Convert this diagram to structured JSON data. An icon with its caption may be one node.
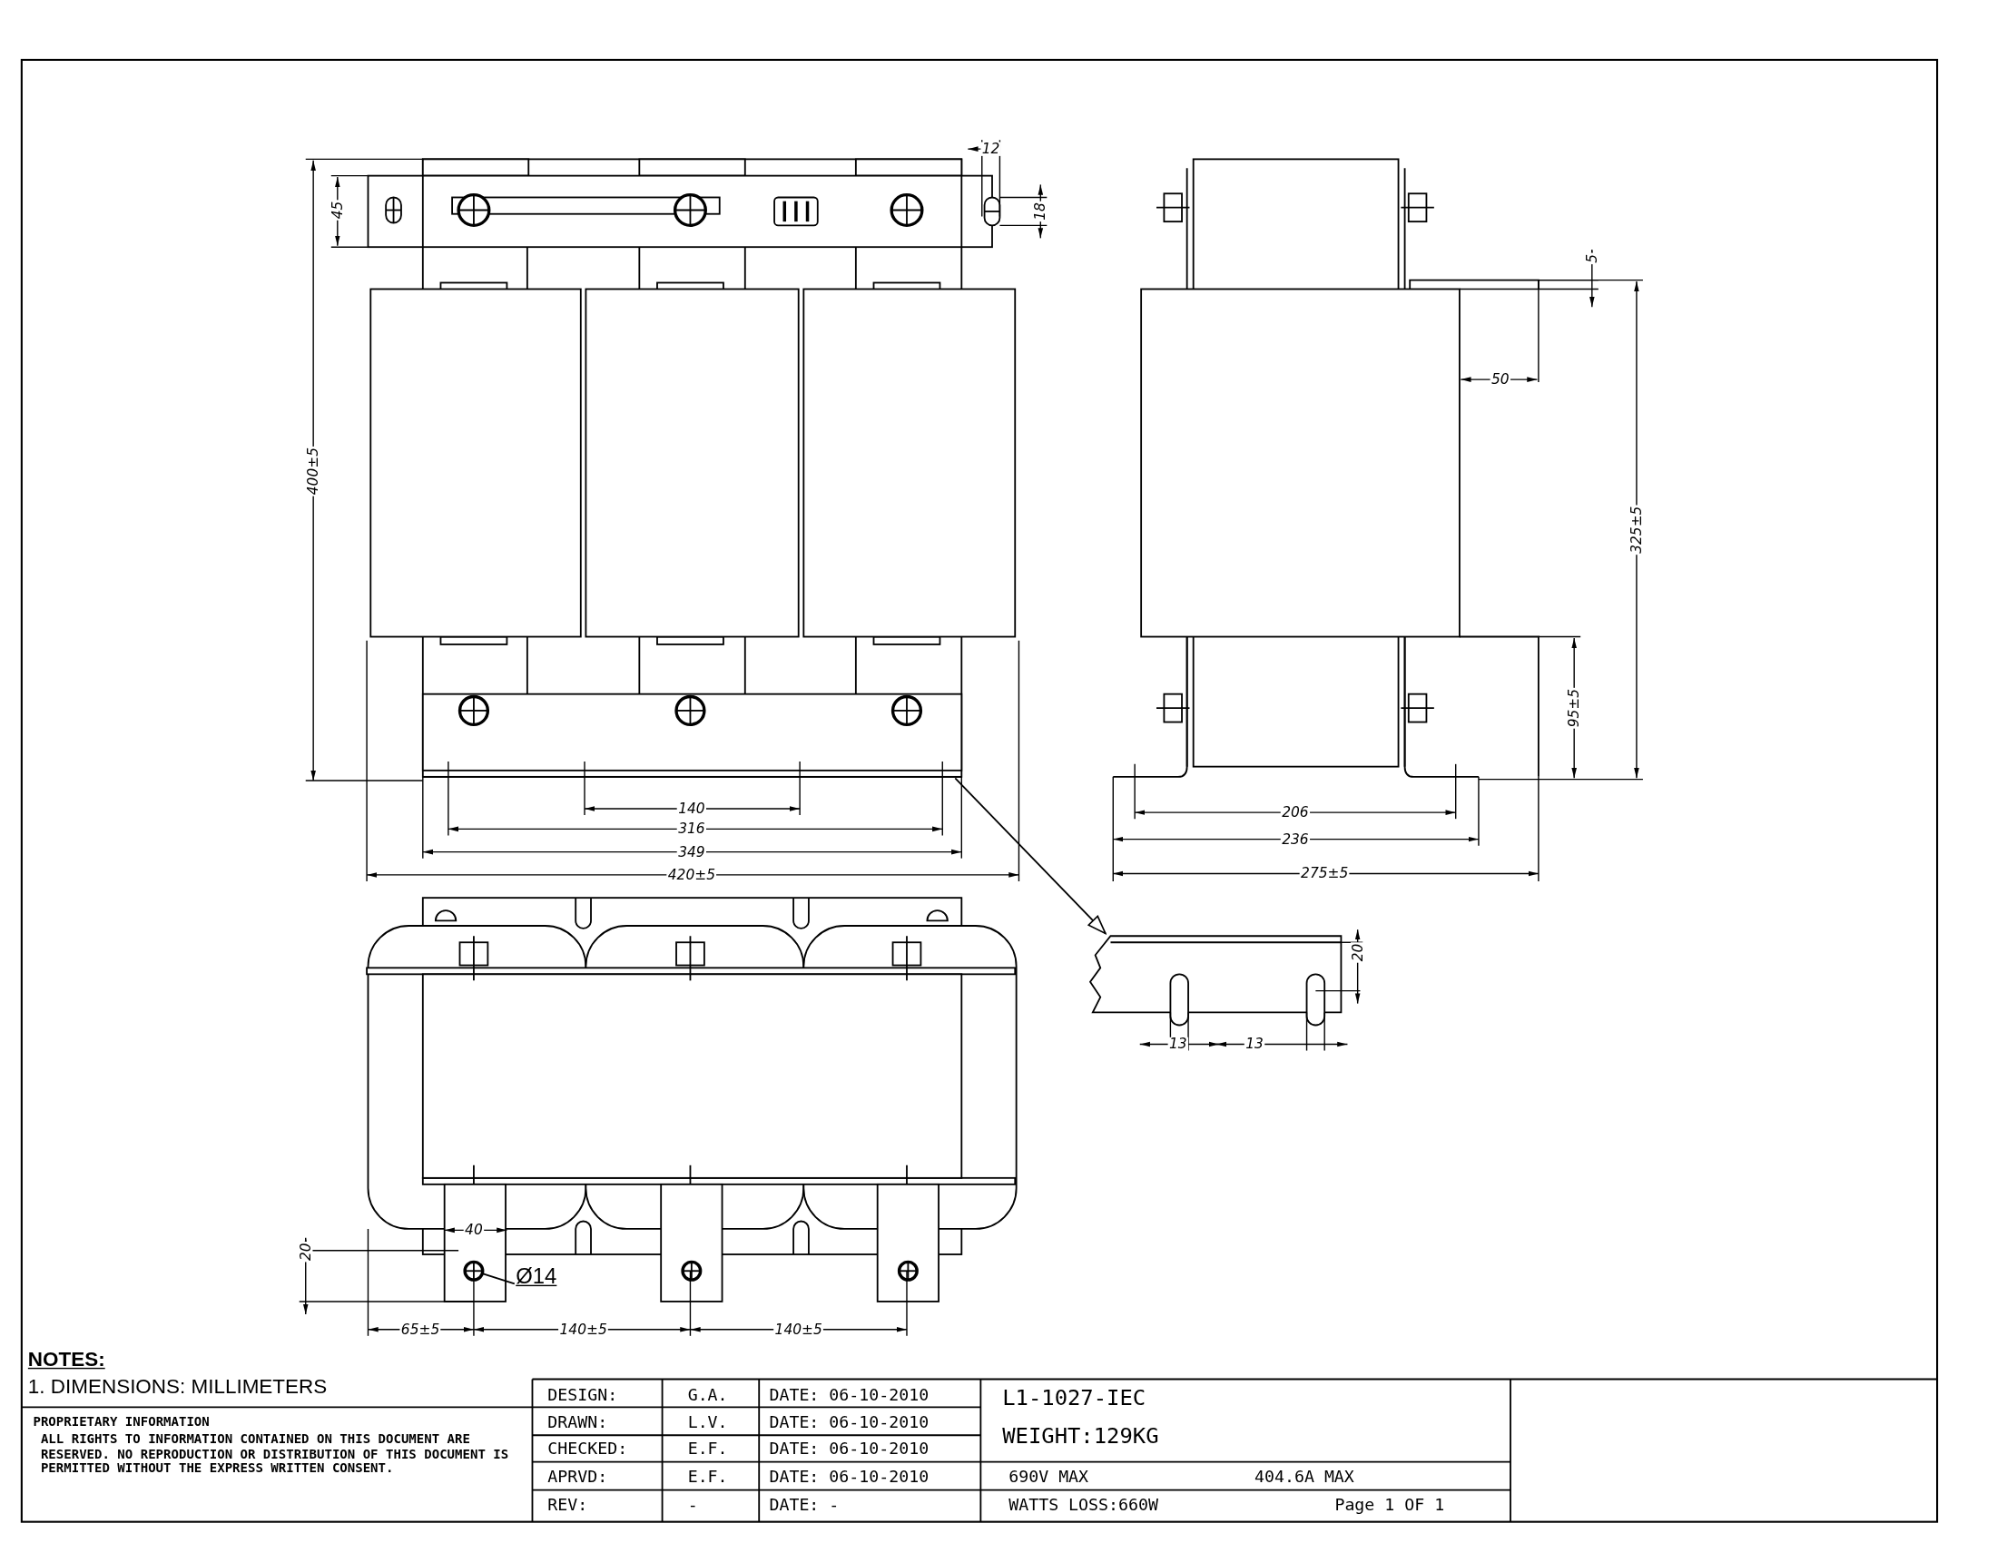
{
  "diagram": {
    "nodes": [
      {
        "text": [],
        "shape": "picture"
      },
      {
        "text": [],
        "shape": "picture"
      },
      {
        "text": [
          "Ø14"
        ]
      },
      {
        "text": [],
        "shape": "circle"
      }
    ],
    "edges": [
      {
        "from": 2,
        "to": 3,
        "arrow": "none"
      },
      {
        "from": 0,
        "to": 1,
        "arrow": "to"
      }
    ],
    "labels": [
      "NOTES:",
      "1. DIMENSIONS: MILLIMETERS",
      "PROPRIETARY INFORMATION",
      "ALL RIGHTS TO INFORMATION CONTAINED ON THIS DOCUMENT ARE RESERVED. NO REPRODUCTION OR DISTRIBUTION OF THIS DOCUMENT IS PERMITTED WITHOUT THE EXPRESS WRITTEN CONSENT.",
      "DESIGN:",
      "G.A.",
      "DATE: 06-10-2010",
      "L1-1027-IEC",
      "DRAWN:",
      "L.V.",
      "DATE: 06-10-2010",
      "WEIGHT:129KG",
      "CHECKED:",
      "E.F.",
      "DATE: 06-10-2010",
      "APRVD:",
      "E.F.",
      "DATE: 06-10-2010",
      "690V MAX",
      "404.6A MAX",
      "REV:",
      "-",
      "DATE: -",
      "WATTS LOSS:660W",
      "Page 1 OF 1",
      "45",
      "12",
      "18",
      "400±5",
      "140",
      "316",
      "349",
      "420±5",
      "5",
      "50",
      "325±5",
      "95±5",
      "206",
      "236",
      "275±5",
      "20",
      "13",
      "13",
      "40",
      "20",
      "65±5",
      "140±5",
      "140±5"
    ]
  }
}
